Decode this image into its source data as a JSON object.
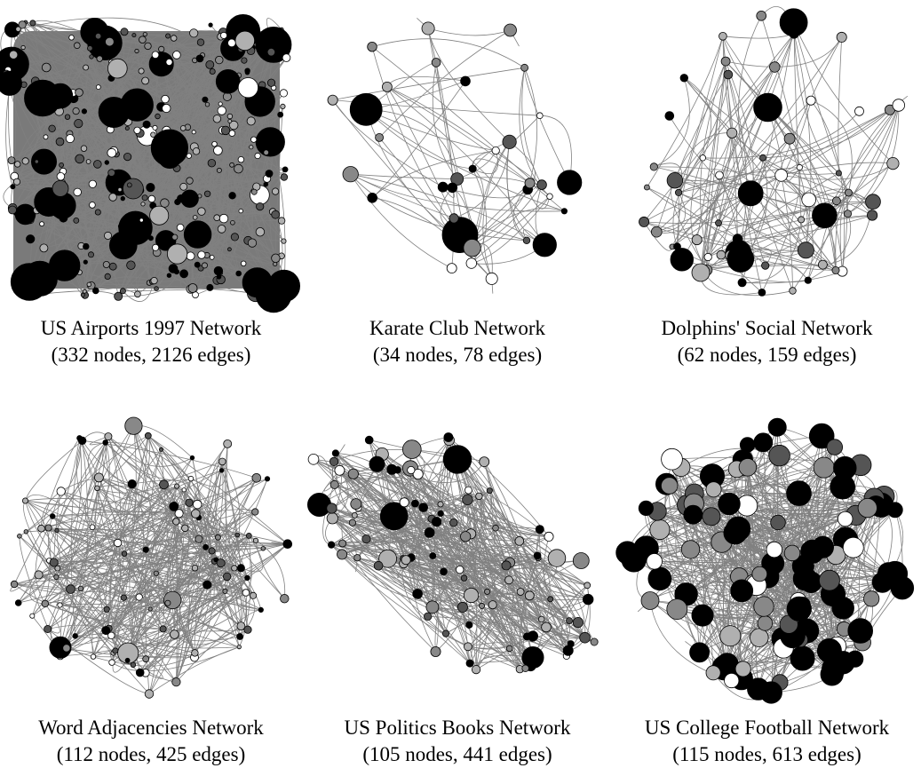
{
  "panels": [
    {
      "title": "US Airports 1997 Network",
      "stats": "(332 nodes, 2126 edges)",
      "nodes": 332,
      "edges": 2126
    },
    {
      "title": "Karate Club Network",
      "stats": "(34 nodes, 78 edges)",
      "nodes": 34,
      "edges": 78
    },
    {
      "title": "Dolphins' Social Network",
      "stats": "(62 nodes, 159 edges)",
      "nodes": 62,
      "edges": 159
    },
    {
      "title": "Word Adjacencies Network",
      "stats": "(112 nodes, 425 edges)",
      "nodes": 112,
      "edges": 425
    },
    {
      "title": "US Politics Books Network",
      "stats": "(105 nodes, 441 edges)",
      "nodes": 105,
      "edges": 441
    },
    {
      "title": "US College Football Network",
      "stats": "(115 nodes, 613 edges)",
      "nodes": 115,
      "edges": 613
    }
  ],
  "colors": {
    "edge": "#808080",
    "node_black": "#000000",
    "node_dark": "#555555",
    "node_mid": "#888888",
    "node_light": "#b0b0b0",
    "node_white": "#ffffff",
    "airport_fill": "#7a7a7a"
  }
}
